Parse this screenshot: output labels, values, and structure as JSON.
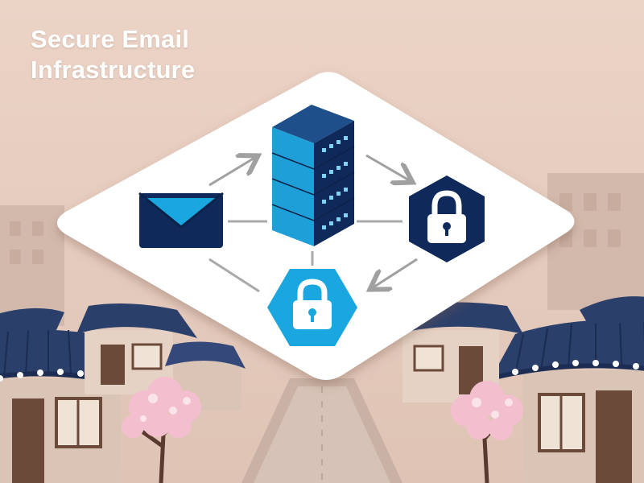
{
  "header": {
    "title_line1": "Secure Email",
    "title_line2": "Infrastructure"
  },
  "diagram": {
    "nodes": [
      {
        "id": "email",
        "icon": "envelope-icon",
        "color": "#0f2a5a"
      },
      {
        "id": "server",
        "icon": "server-stack-icon",
        "color": "#1e9fd8"
      },
      {
        "id": "lock-right",
        "icon": "padlock-icon",
        "color": "#0f2a5a"
      },
      {
        "id": "lock-bottom",
        "icon": "padlock-icon",
        "color": "#1aa7e0"
      }
    ],
    "flow_arrows": [
      "email-to-server",
      "server-to-lock-right",
      "lock-right-to-lock-bottom"
    ]
  },
  "colors": {
    "background": "#e7cfc2",
    "navy": "#0f2a5a",
    "blue": "#1e9fd8",
    "card": "#ffffff",
    "connector": "#a9a9a9",
    "roof": "#2b3f6b",
    "blossom": "#f3bfcf"
  }
}
